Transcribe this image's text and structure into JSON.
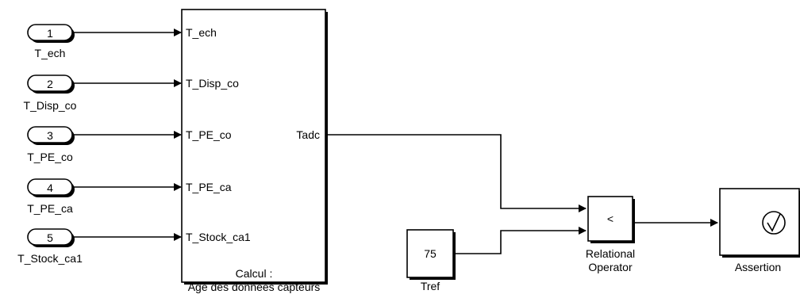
{
  "inports": [
    {
      "number": "1",
      "label": "T_ech"
    },
    {
      "number": "2",
      "label": "T_Disp_co"
    },
    {
      "number": "3",
      "label": "T_PE_co"
    },
    {
      "number": "4",
      "label": "T_PE_ca"
    },
    {
      "number": "5",
      "label": "T_Stock_ca1"
    }
  ],
  "subsystem": {
    "inputs": [
      "T_ech",
      "T_Disp_co",
      "T_PE_co",
      "T_PE_ca",
      "T_Stock_ca1"
    ],
    "output": "Tadc",
    "caption_line1": "Calcul :",
    "caption_line2": "Age des données capteurs"
  },
  "constant": {
    "value": "75",
    "label": "Tref"
  },
  "relational": {
    "operator": "<",
    "label_line1": "Relational",
    "label_line2": "Operator"
  },
  "assertion": {
    "label": "Assertion",
    "icon": "checkmark-icon"
  }
}
